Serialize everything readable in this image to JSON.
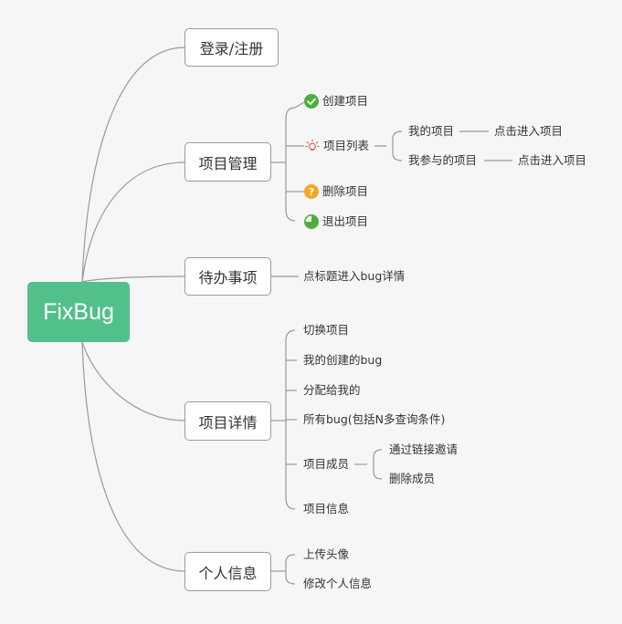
{
  "root": {
    "label": "FixBug"
  },
  "branches": [
    {
      "label": "登录/注册"
    },
    {
      "label": "项目管理"
    },
    {
      "label": "待办事项"
    },
    {
      "label": "项目详情"
    },
    {
      "label": "个人信息"
    }
  ],
  "project_management": {
    "items": [
      {
        "label": "创建项目",
        "icon": "check-circle-icon"
      },
      {
        "label": "项目列表",
        "icon": "lightbulb-icon"
      },
      {
        "label": "删除项目",
        "icon": "question-circle-icon"
      },
      {
        "label": "退出项目",
        "icon": "pie-progress-icon"
      }
    ],
    "project_list": {
      "my_projects": "我的项目",
      "my_projects_action": "点击进入项目",
      "joined_projects": "我参与的项目",
      "joined_projects_action": "点击进入项目"
    }
  },
  "todo": {
    "items": [
      "点标题进入bug详情"
    ]
  },
  "project_detail": {
    "items": [
      "切换项目",
      "我的创建的bug",
      "分配给我的",
      "所有bug(包括N多查询条件)",
      "项目成员",
      "项目信息"
    ],
    "members": [
      "通过链接邀请",
      "删除成员"
    ]
  },
  "personal_info": {
    "items": [
      "上传头像",
      "修改个人信息"
    ]
  },
  "colors": {
    "background": "#f6f6f6",
    "root": "#52c08a",
    "check_icon": "#4caf3a",
    "question_icon": "#f5a623",
    "bulb_icon": "#e0554a",
    "pie_icon": "#4caf3a",
    "line": "#9a9a9a"
  }
}
